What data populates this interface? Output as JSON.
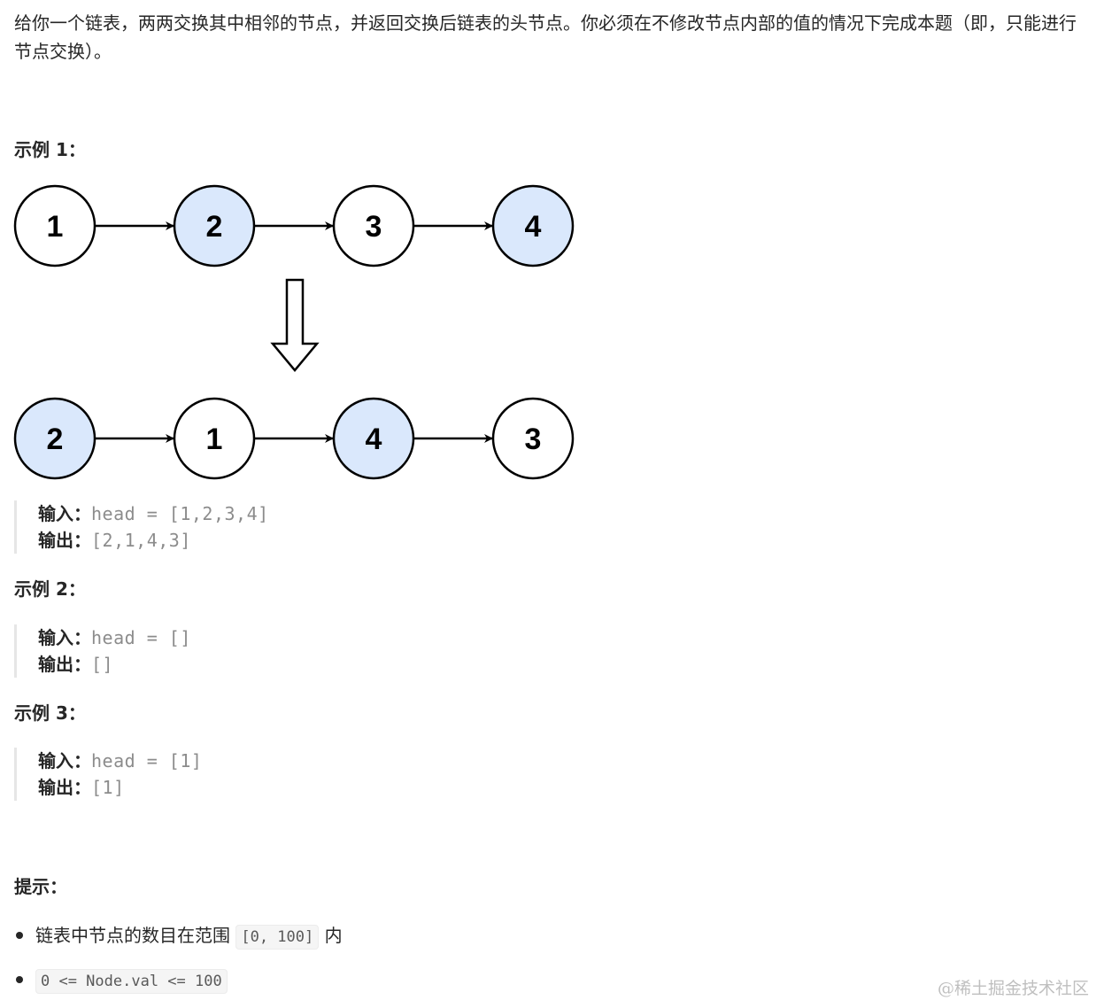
{
  "description": "给你一个链表，两两交换其中相邻的节点，并返回交换后链表的头节点。你必须在不修改节点内部的值的情况下完成本题（即，只能进行节点交换）。",
  "examples": [
    {
      "heading": "示例 1：",
      "input_label": "输入：",
      "input_value": "head = [1,2,3,4]",
      "output_label": "输出：",
      "output_value": "[2,1,4,3]"
    },
    {
      "heading": "示例 2：",
      "input_label": "输入：",
      "input_value": "head = []",
      "output_label": "输出：",
      "output_value": "[]"
    },
    {
      "heading": "示例 3：",
      "input_label": "输入：",
      "input_value": "head = [1]",
      "output_label": "输出：",
      "output_value": "[1]"
    }
  ],
  "diagram": {
    "before": [
      "1",
      "2",
      "3",
      "4"
    ],
    "after": [
      "2",
      "1",
      "4",
      "3"
    ],
    "highlight_color": "#dae8fc",
    "plain_color": "#ffffff"
  },
  "hints": {
    "heading": "提示：",
    "item1_text": "链表中节点的数目在范围 ",
    "item1_code": "[0, 100]",
    "item1_suffix": " 内",
    "item2_code": "0 <= Node.val <= 100"
  },
  "watermark": "@稀土掘金技术社区"
}
